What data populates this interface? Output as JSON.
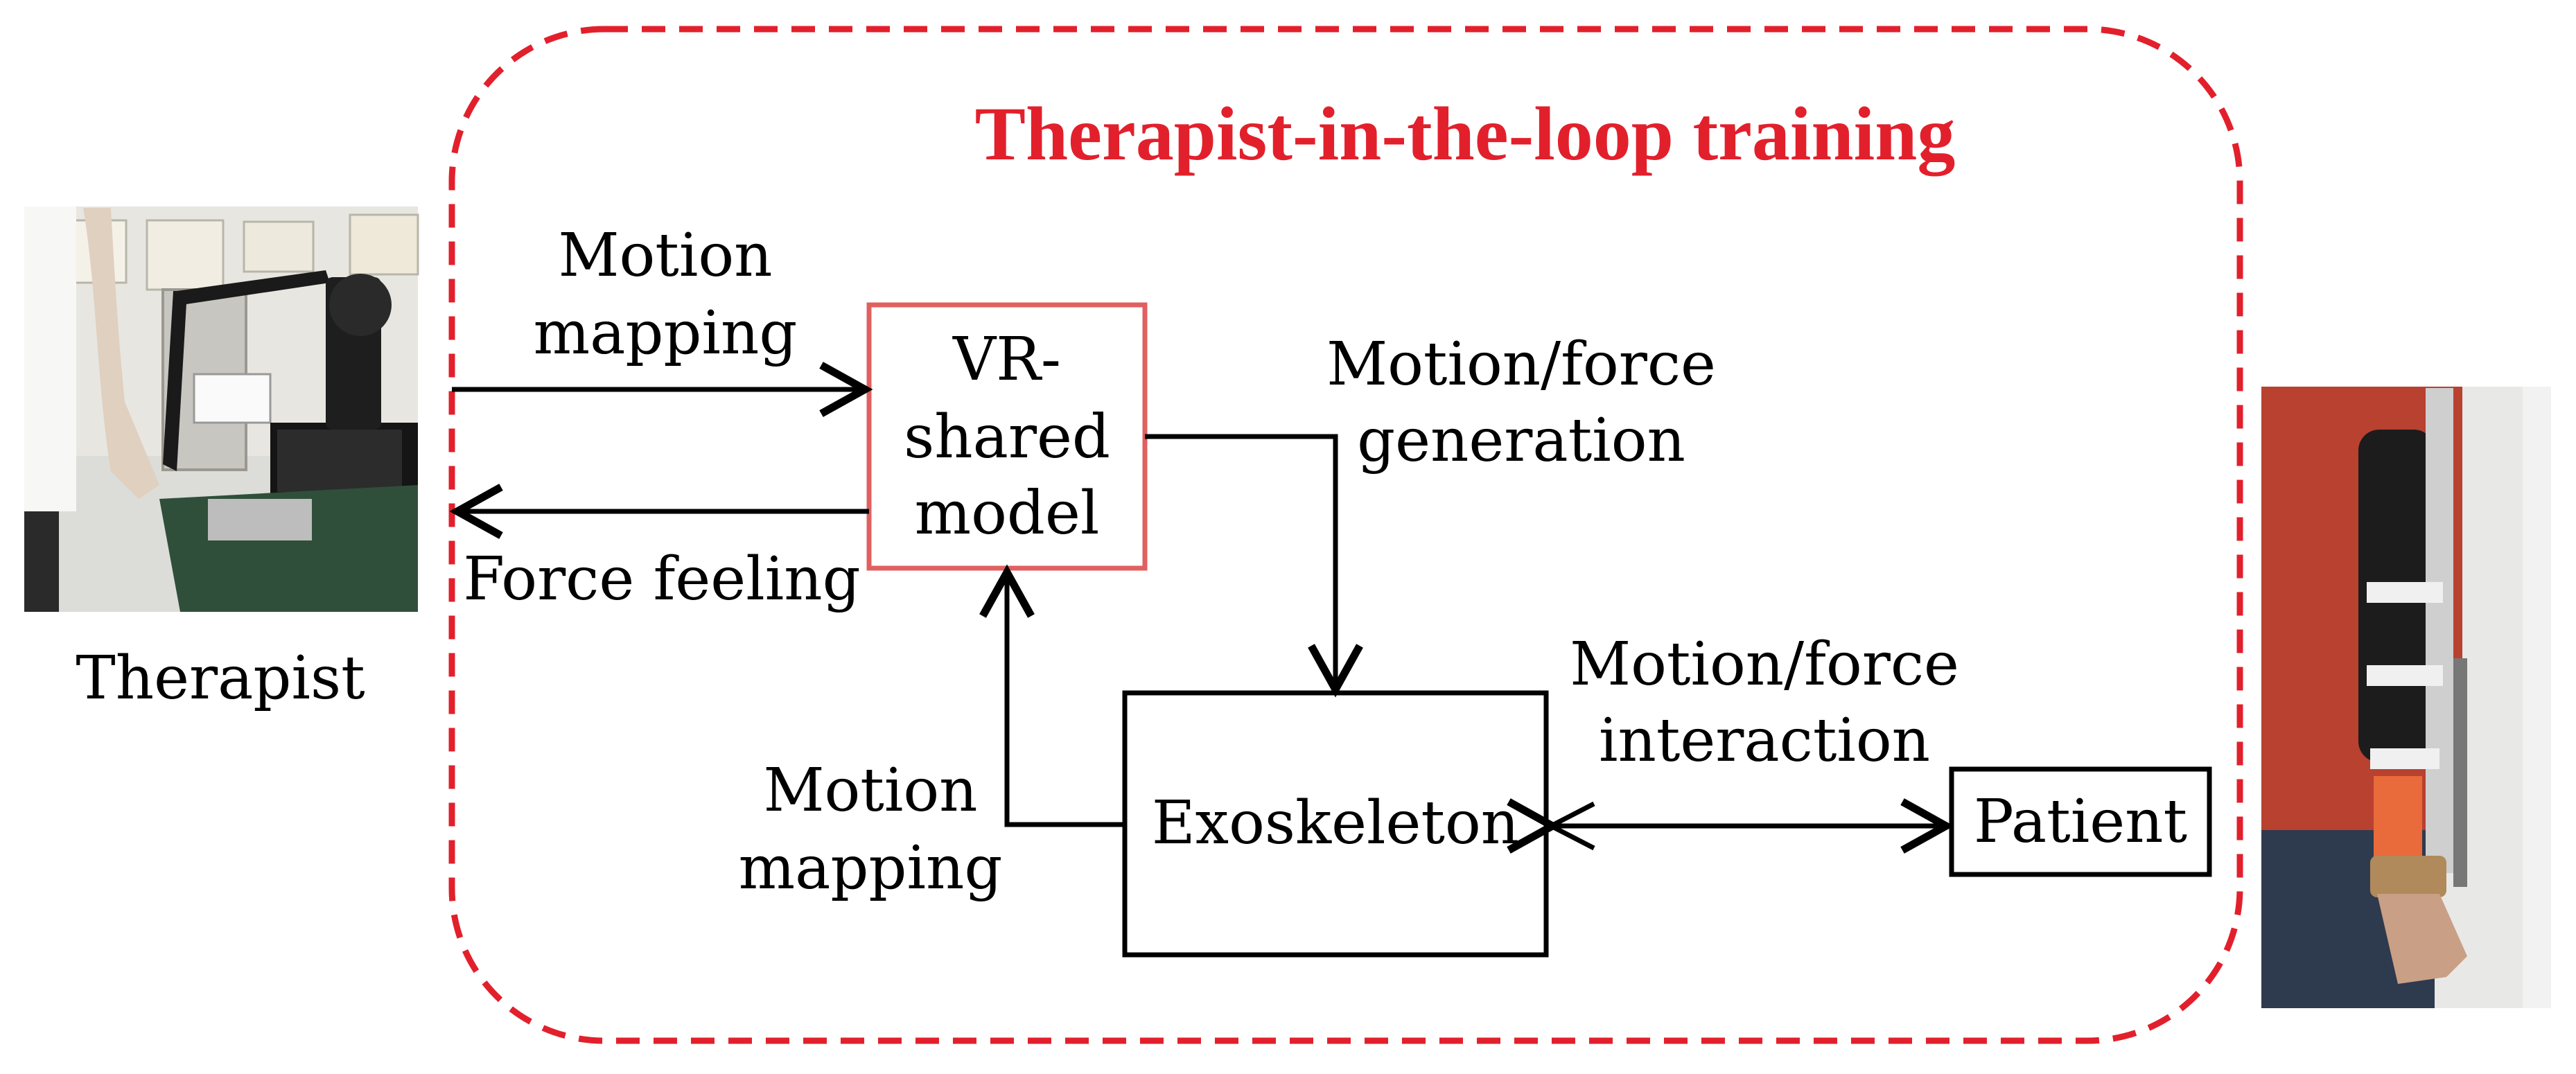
{
  "title": "Therapist-in-the-loop training",
  "colors": {
    "accent": "#e2202c",
    "vr_box_border": "#e06060",
    "line": "#000000"
  },
  "nodes": {
    "vr_model": {
      "line1": "VR-",
      "line2": "shared",
      "line3": "model"
    },
    "exoskeleton": {
      "label": "Exoskeleton"
    },
    "patient": {
      "label": "Patient"
    }
  },
  "edges": {
    "motion_mapping_top": {
      "line1": "Motion",
      "line2": "mapping"
    },
    "force_feeling": {
      "label": "Force feeling"
    },
    "motion_force_generation": {
      "line1": "Motion/force",
      "line2": "generation"
    },
    "motion_mapping_bottom": {
      "line1": "Motion",
      "line2": "mapping"
    },
    "motion_force_interaction": {
      "line1": "Motion/force",
      "line2": "interaction"
    }
  },
  "photos": {
    "therapist": {
      "caption": "Therapist",
      "icon": "therapist-photo"
    },
    "patient": {
      "icon": "patient-arm-exoskeleton-photo"
    }
  }
}
